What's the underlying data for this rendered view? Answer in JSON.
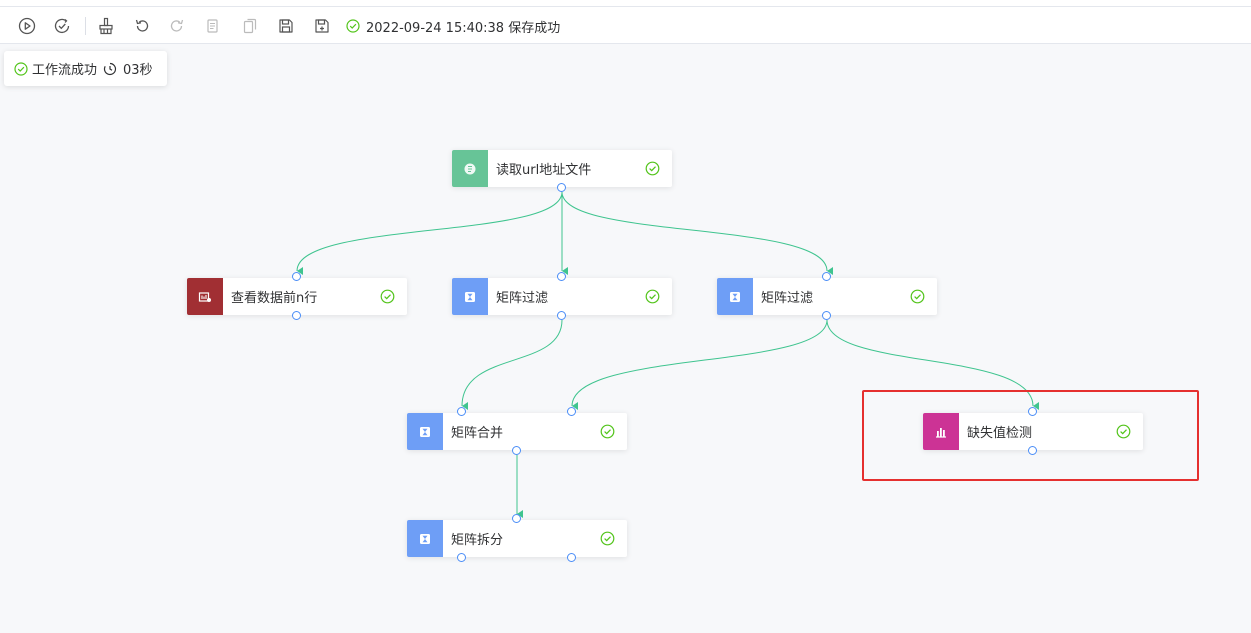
{
  "toolbar": {
    "buttons": [
      "run-icon",
      "run-check-icon",
      "clear-icon",
      "undo-icon",
      "redo-icon",
      "copy-icon",
      "paste-icon",
      "save-icon",
      "save-as-icon"
    ],
    "save_status": {
      "icon": "check-circle-icon",
      "text": "2022-09-24 15:40:38 保存成功"
    }
  },
  "run_status": {
    "label": "工作流成功",
    "duration": "03秒"
  },
  "colors": {
    "success": "#52c41a",
    "edge": "#3fc48f",
    "port": "#4a8df7",
    "highlight": "#e5302f",
    "read_file": "#67c497",
    "view_data": "#a12f33",
    "matrix": "#6e9ef6",
    "missing": "#cc3395"
  },
  "nodes": {
    "read_file": {
      "label": "读取url地址文件",
      "icon": "file-icon"
    },
    "view_data": {
      "label": "查看数据前n行",
      "icon": "table-view-icon"
    },
    "filter_1": {
      "label": "矩阵过滤",
      "icon": "hourglass-icon"
    },
    "filter_2": {
      "label": "矩阵过滤",
      "icon": "hourglass-icon"
    },
    "merge": {
      "label": "矩阵合并",
      "icon": "hourglass-icon"
    },
    "missing": {
      "label": "缺失值检测",
      "icon": "bar-chart-icon"
    },
    "split": {
      "label": "矩阵拆分",
      "icon": "hourglass-icon"
    }
  }
}
